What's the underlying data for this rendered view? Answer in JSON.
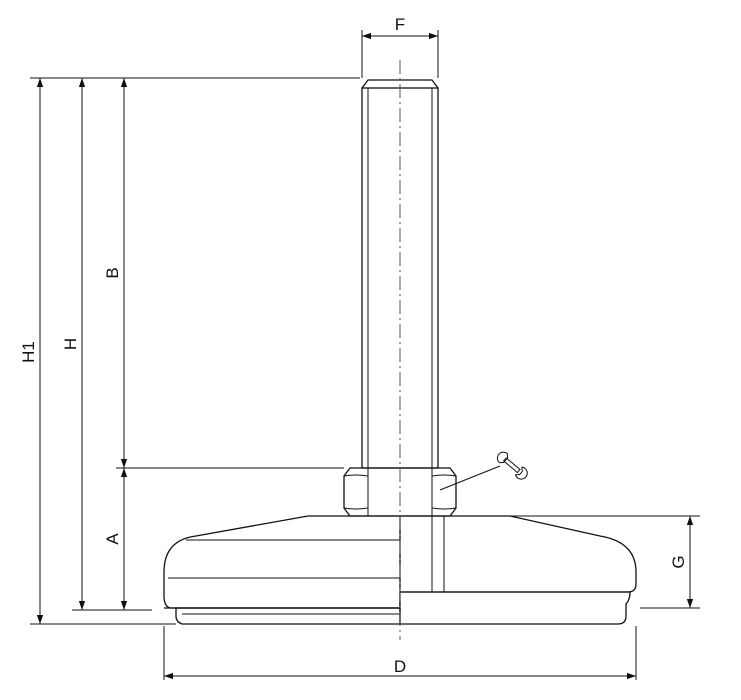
{
  "diagram": {
    "labels": {
      "F": "F",
      "H1": "H1",
      "H": "H",
      "B": "B",
      "A": "A",
      "G": "G",
      "D": "D"
    },
    "colors": {
      "line": "#111111",
      "pad_fill": "#9a9a9a",
      "base_fill": "#ffffff"
    },
    "icons": [
      "wrench-icon"
    ]
  }
}
